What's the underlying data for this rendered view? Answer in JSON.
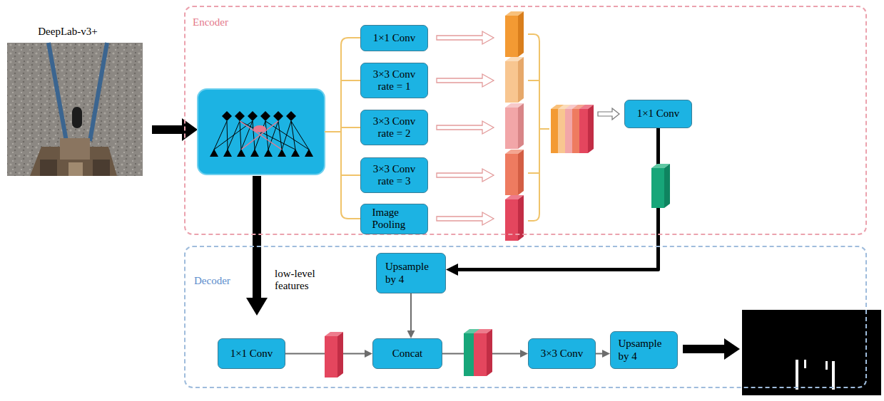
{
  "diagram": {
    "title": "DeepLab-v3+",
    "nodes": [
      {
        "text": [
          "Encoder"
        ]
      },
      {
        "text": [
          "1×1 Conv"
        ],
        "in": 0
      },
      {
        "text": [
          "3×3 Conv rate = 1"
        ],
        "in": 0
      },
      {
        "text": [
          "3×3 Conv rate = 2"
        ],
        "in": 0
      },
      {
        "text": [
          "3×3 Conv rate = 3"
        ],
        "in": 0
      },
      {
        "text": [
          "Image Pooling"
        ],
        "in": 0
      },
      {
        "text": [
          "1×1 Conv"
        ],
        "in": 0
      },
      {
        "text": [
          "Decoder"
        ]
      },
      {
        "text": [
          "Upsample by 4"
        ],
        "in": 7
      },
      {
        "text": [
          "1×1 Conv"
        ],
        "in": 7
      },
      {
        "text": [
          "Concat"
        ],
        "in": 7
      },
      {
        "text": [
          "3×3 Conv"
        ],
        "in": 7
      },
      {
        "text": [
          "Upsample by 4"
        ],
        "in": 7
      }
    ],
    "edges": [
      {
        "from": 6,
        "to": 8,
        "arrow": "to"
      },
      {
        "from": 8,
        "to": 10,
        "arrow": "to"
      },
      {
        "from": 9,
        "to": 10,
        "arrow": "to"
      },
      {
        "from": 10,
        "to": 11,
        "arrow": "to"
      },
      {
        "from": 11,
        "to": 12,
        "arrow": "to"
      }
    ],
    "labels": [
      "low-level features"
    ]
  }
}
